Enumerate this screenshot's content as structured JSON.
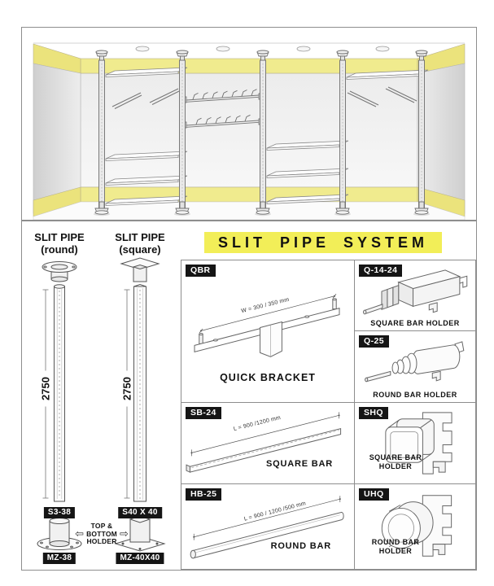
{
  "title": "SLIT PIPE SYSTEM",
  "colors": {
    "title_yellow": "#f2ee58",
    "band_yellow": "#f0eb8e",
    "corner_yellow": "#ebe37c",
    "badge_black": "#151515"
  },
  "left_panel": {
    "pipes": [
      {
        "title": "SLIT PIPE",
        "subtitle": "(round)",
        "length": "2750",
        "pipe_code": "S3-38",
        "holder_code": "MZ-38"
      },
      {
        "title": "SLIT PIPE",
        "subtitle": "(square)",
        "length": "2750",
        "pipe_code": "S40 X 40",
        "holder_code": "MZ-40X40"
      }
    ],
    "note": {
      "arrow_left": "⇦",
      "line1": "TOP &",
      "line2": "BOTTOM",
      "line3": "HOLDER",
      "arrow_right": "⇨"
    }
  },
  "parts": {
    "qbr": {
      "code": "QBR",
      "dimension": "W = 300 / 350 mm",
      "label": "QUICK BRACKET"
    },
    "q1424": {
      "code": "Q-14-24",
      "label": "SQUARE BAR HOLDER"
    },
    "q25": {
      "code": "Q-25",
      "label": "ROUND BAR HOLDER"
    },
    "sb24": {
      "code": "SB-24",
      "dimension": "L = 900 /1200 mm",
      "label": "SQUARE BAR"
    },
    "shq": {
      "code": "SHQ",
      "label": "SQUARE BAR HOLDER"
    },
    "hb25": {
      "code": "HB-25",
      "dimension": "L = 900 / 1200 /500 mm",
      "label": "ROUND BAR"
    },
    "uhq": {
      "code": "UHQ",
      "label": "ROUND BAR HOLDER"
    }
  }
}
